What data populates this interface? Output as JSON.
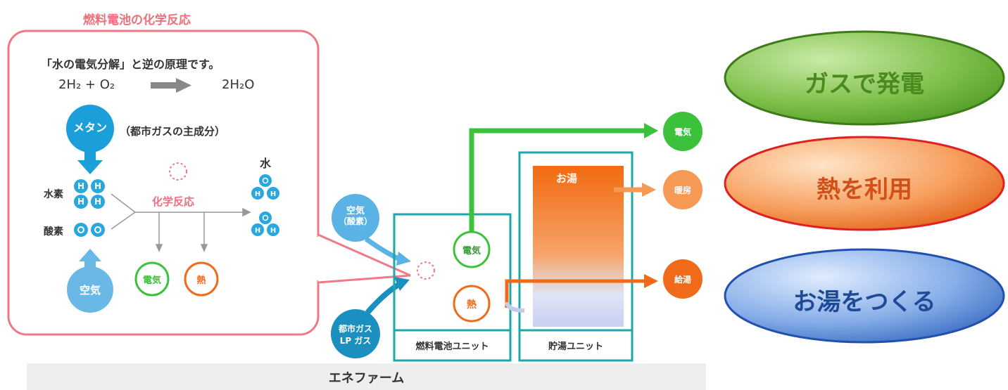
{
  "diagram": {
    "chem_title": "燃料電池の化学反応",
    "principle": "「水の電気分解」と逆の原理です。",
    "equation": {
      "lhs": "2H₂ + O₂",
      "rhs": "2H₂O"
    },
    "methane": "メタン",
    "methane_note": "（都市ガスの主成分）",
    "hydrogen": "水素",
    "oxygen": "酸素",
    "air_in_box": "空気",
    "water": "水",
    "reaction": "化学反応",
    "electricity": "電気",
    "heat": "熱",
    "air_input_line1": "空気",
    "air_input_line2": "（酸素）",
    "gas_input_line1": "都市ガス",
    "gas_input_line2": "LP ガス",
    "fuel_cell_unit": "燃料電池ユニット",
    "storage_unit": "貯湯ユニット",
    "hot_water": "お湯",
    "output_electricity": "電気",
    "output_heating": "暖房",
    "output_hot_water": "給湯",
    "product": "エネファーム"
  },
  "badges": [
    {
      "label": "ガスで発電",
      "color": "#5a9a2a"
    },
    {
      "label": "熱を利用",
      "color": "#e06020"
    },
    {
      "label": "お湯をつくる",
      "color": "#2050a0"
    }
  ],
  "colors": {
    "pink": "#ef7a86",
    "teal": "#1ba8a6",
    "green": "#3cc13c",
    "orange": "#f06a1a",
    "blue": "#2a9fd8"
  }
}
